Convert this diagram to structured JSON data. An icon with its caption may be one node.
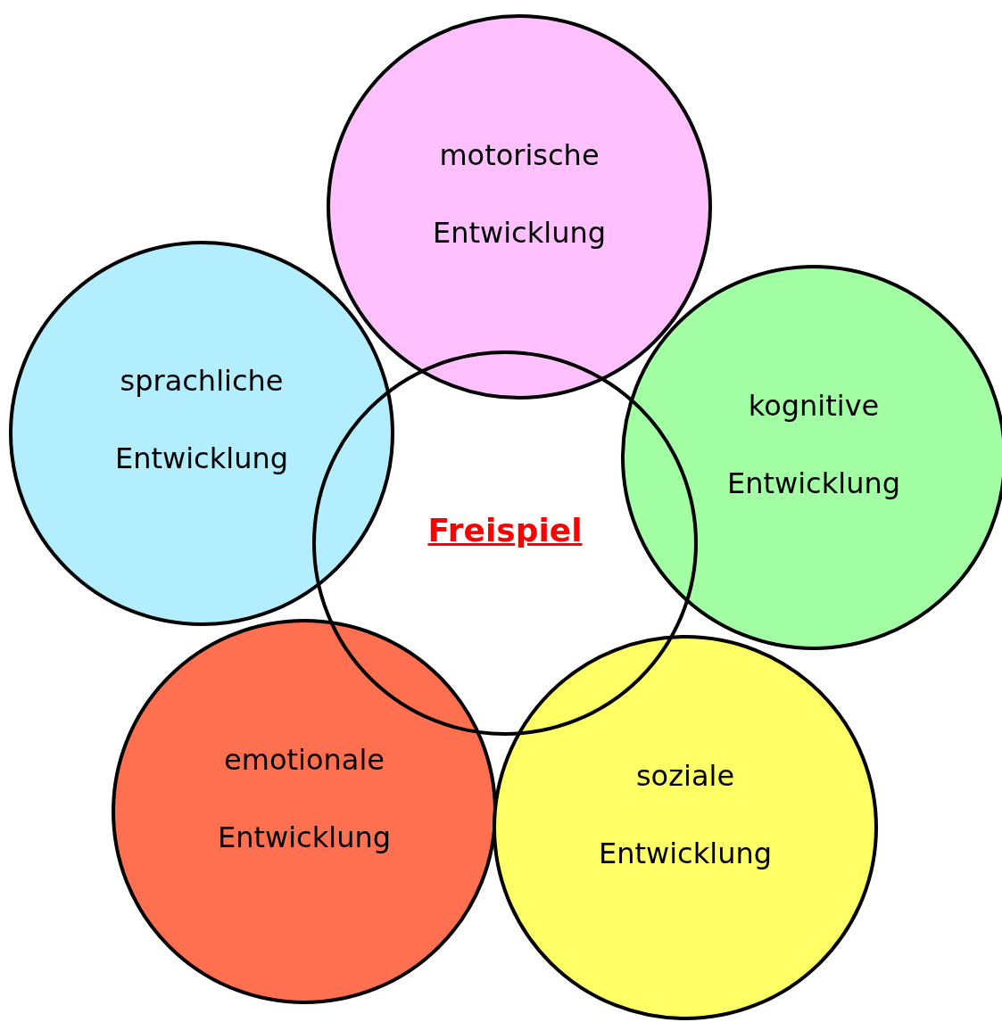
{
  "diagram": {
    "nodes": [
      {
        "text": [
          "motorische Entwicklung"
        ]
      },
      {
        "text": [
          "sprachliche Entwicklung"
        ]
      },
      {
        "text": [
          "kognitive Entwicklung"
        ]
      },
      {
        "text": [
          "Freispiel"
        ]
      },
      {
        "text": [
          "emotionale Entwicklung"
        ]
      },
      {
        "text": [
          "soziale Entwicklung"
        ]
      }
    ]
  }
}
